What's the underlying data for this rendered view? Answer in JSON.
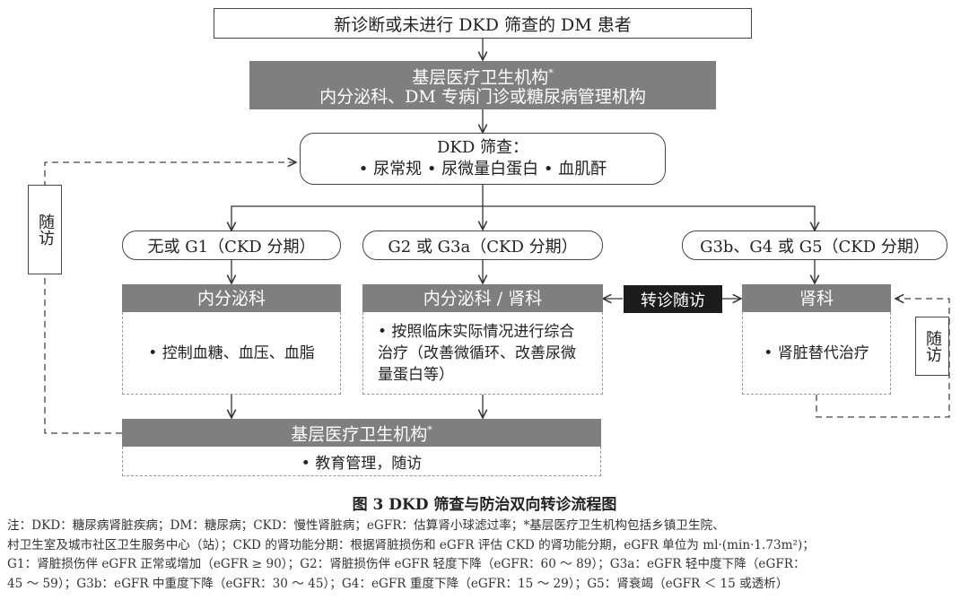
{
  "top": "新诊断或未进行 DKD 筛查的 DM 患者",
  "primary_care": {
    "line1": "基层医疗卫生机构",
    "sup": "*",
    "line2": "内分泌科、DM 专病门诊或糖尿病管理机构"
  },
  "screening": {
    "title": "DKD 筛查：",
    "items": "• 尿常规 • 尿微量白蛋白 • 血肌酐"
  },
  "stages": [
    "无或 G1（CKD 分期）",
    "G2 或 G3a（CKD 分期）",
    "G3b、G4 或 G5（CKD 分期）"
  ],
  "depts": [
    "内分泌科",
    "内分泌科 / 肾科",
    "肾科"
  ],
  "treatments": [
    "• 控制血糖、血压、血脂",
    "• 按照临床实际情况进行综合治疗（改善微循环、改善尿微量蛋白等）",
    "• 肾脏替代治疗"
  ],
  "referral": "转诊随访",
  "follow_up": "随访",
  "bottom": {
    "title": "基层医疗卫生机构",
    "sup": "*",
    "item": "• 教育管理，随访"
  },
  "caption": "图 3 DKD 筛查与防治双向转诊流程图",
  "notes": [
    "注：DKD：糖尿病肾脏疾病；DM：糖尿病；CKD：慢性肾脏病；eGFR：估算肾小球滤过率；*基层医疗卫生机构包括乡镇卫生院、",
    "村卫生室及城市社区卫生服务中心（站）；CKD 的肾功能分期：根据肾脏损伤和 eGFR 评估 CKD 的肾功能分期，eGFR 单位为 ml·(min·1.73m²)；",
    "G1：肾脏损伤伴 eGFR 正常或增加（eGFR ≥ 90）；G2：肾脏损伤伴 eGFR 轻度下降（eGFR：60 ～ 89）；G3a：eGFR 轻中度下降（eGFR：",
    "45 ～ 59）；G3b：eGFR 中重度下降（eGFR：30 ～ 45）；G4：eGFR 重度下降（eGFR：15 ～ 29）；G5：肾衰竭（eGFR ＜ 15 或透析）"
  ]
}
